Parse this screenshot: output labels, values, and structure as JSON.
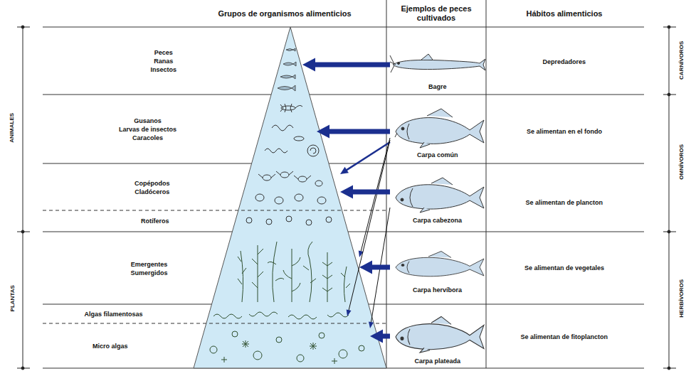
{
  "diagram": {
    "nodes": [
      {
        "text": [
          "Peces",
          "Ranas",
          "Insectos"
        ]
      },
      {
        "text": [
          "Gusanos",
          "Larvas de insectos",
          "Caracoles"
        ]
      },
      {
        "text": [
          "Copépodos",
          "Cladóceros"
        ]
      },
      {
        "text": [
          "Rotíferos"
        ]
      },
      {
        "text": [
          "Emergentes",
          "Sumergidos"
        ]
      },
      {
        "text": [
          "Algas filamentosas"
        ]
      },
      {
        "text": [
          "Micro algas"
        ]
      },
      {
        "text": [
          "Bagre"
        ]
      },
      {
        "text": [
          "Carpa común"
        ]
      },
      {
        "text": [
          "Carpa cabezona"
        ]
      },
      {
        "text": [
          "Carpa hervíbora"
        ]
      },
      {
        "text": [
          "Carpa plateada"
        ]
      }
    ],
    "edges": [
      {
        "from": 7,
        "to": 0,
        "arrow": "to"
      },
      {
        "from": 8,
        "to": 1,
        "arrow": "to"
      },
      {
        "from": 8,
        "to": 2,
        "arrow": "to"
      },
      {
        "from": 8,
        "to": 4,
        "arrow": "to"
      },
      {
        "from": 8,
        "to": 5,
        "arrow": "to"
      },
      {
        "from": 9,
        "to": 2,
        "arrow": "to"
      },
      {
        "from": 9,
        "to": 6,
        "arrow": "to"
      },
      {
        "from": 10,
        "to": 4,
        "arrow": "to"
      },
      {
        "from": 11,
        "to": 6,
        "arrow": "to"
      }
    ],
    "labels": [
      "Grupos de organismos alimenticios",
      "Ejemplos de peces cultivados",
      "Hábitos alimenticios",
      "Depredadores",
      "Se alimentan en el fondo",
      "Se alimentan de plancton",
      "Se alimentan de vegetales",
      "Se alimentan de fitoplancton",
      "ANIMALES",
      "PLANTAS",
      "CARNÍVOROS",
      "OMNÍVOROS",
      "HERBÍVOROS"
    ]
  }
}
